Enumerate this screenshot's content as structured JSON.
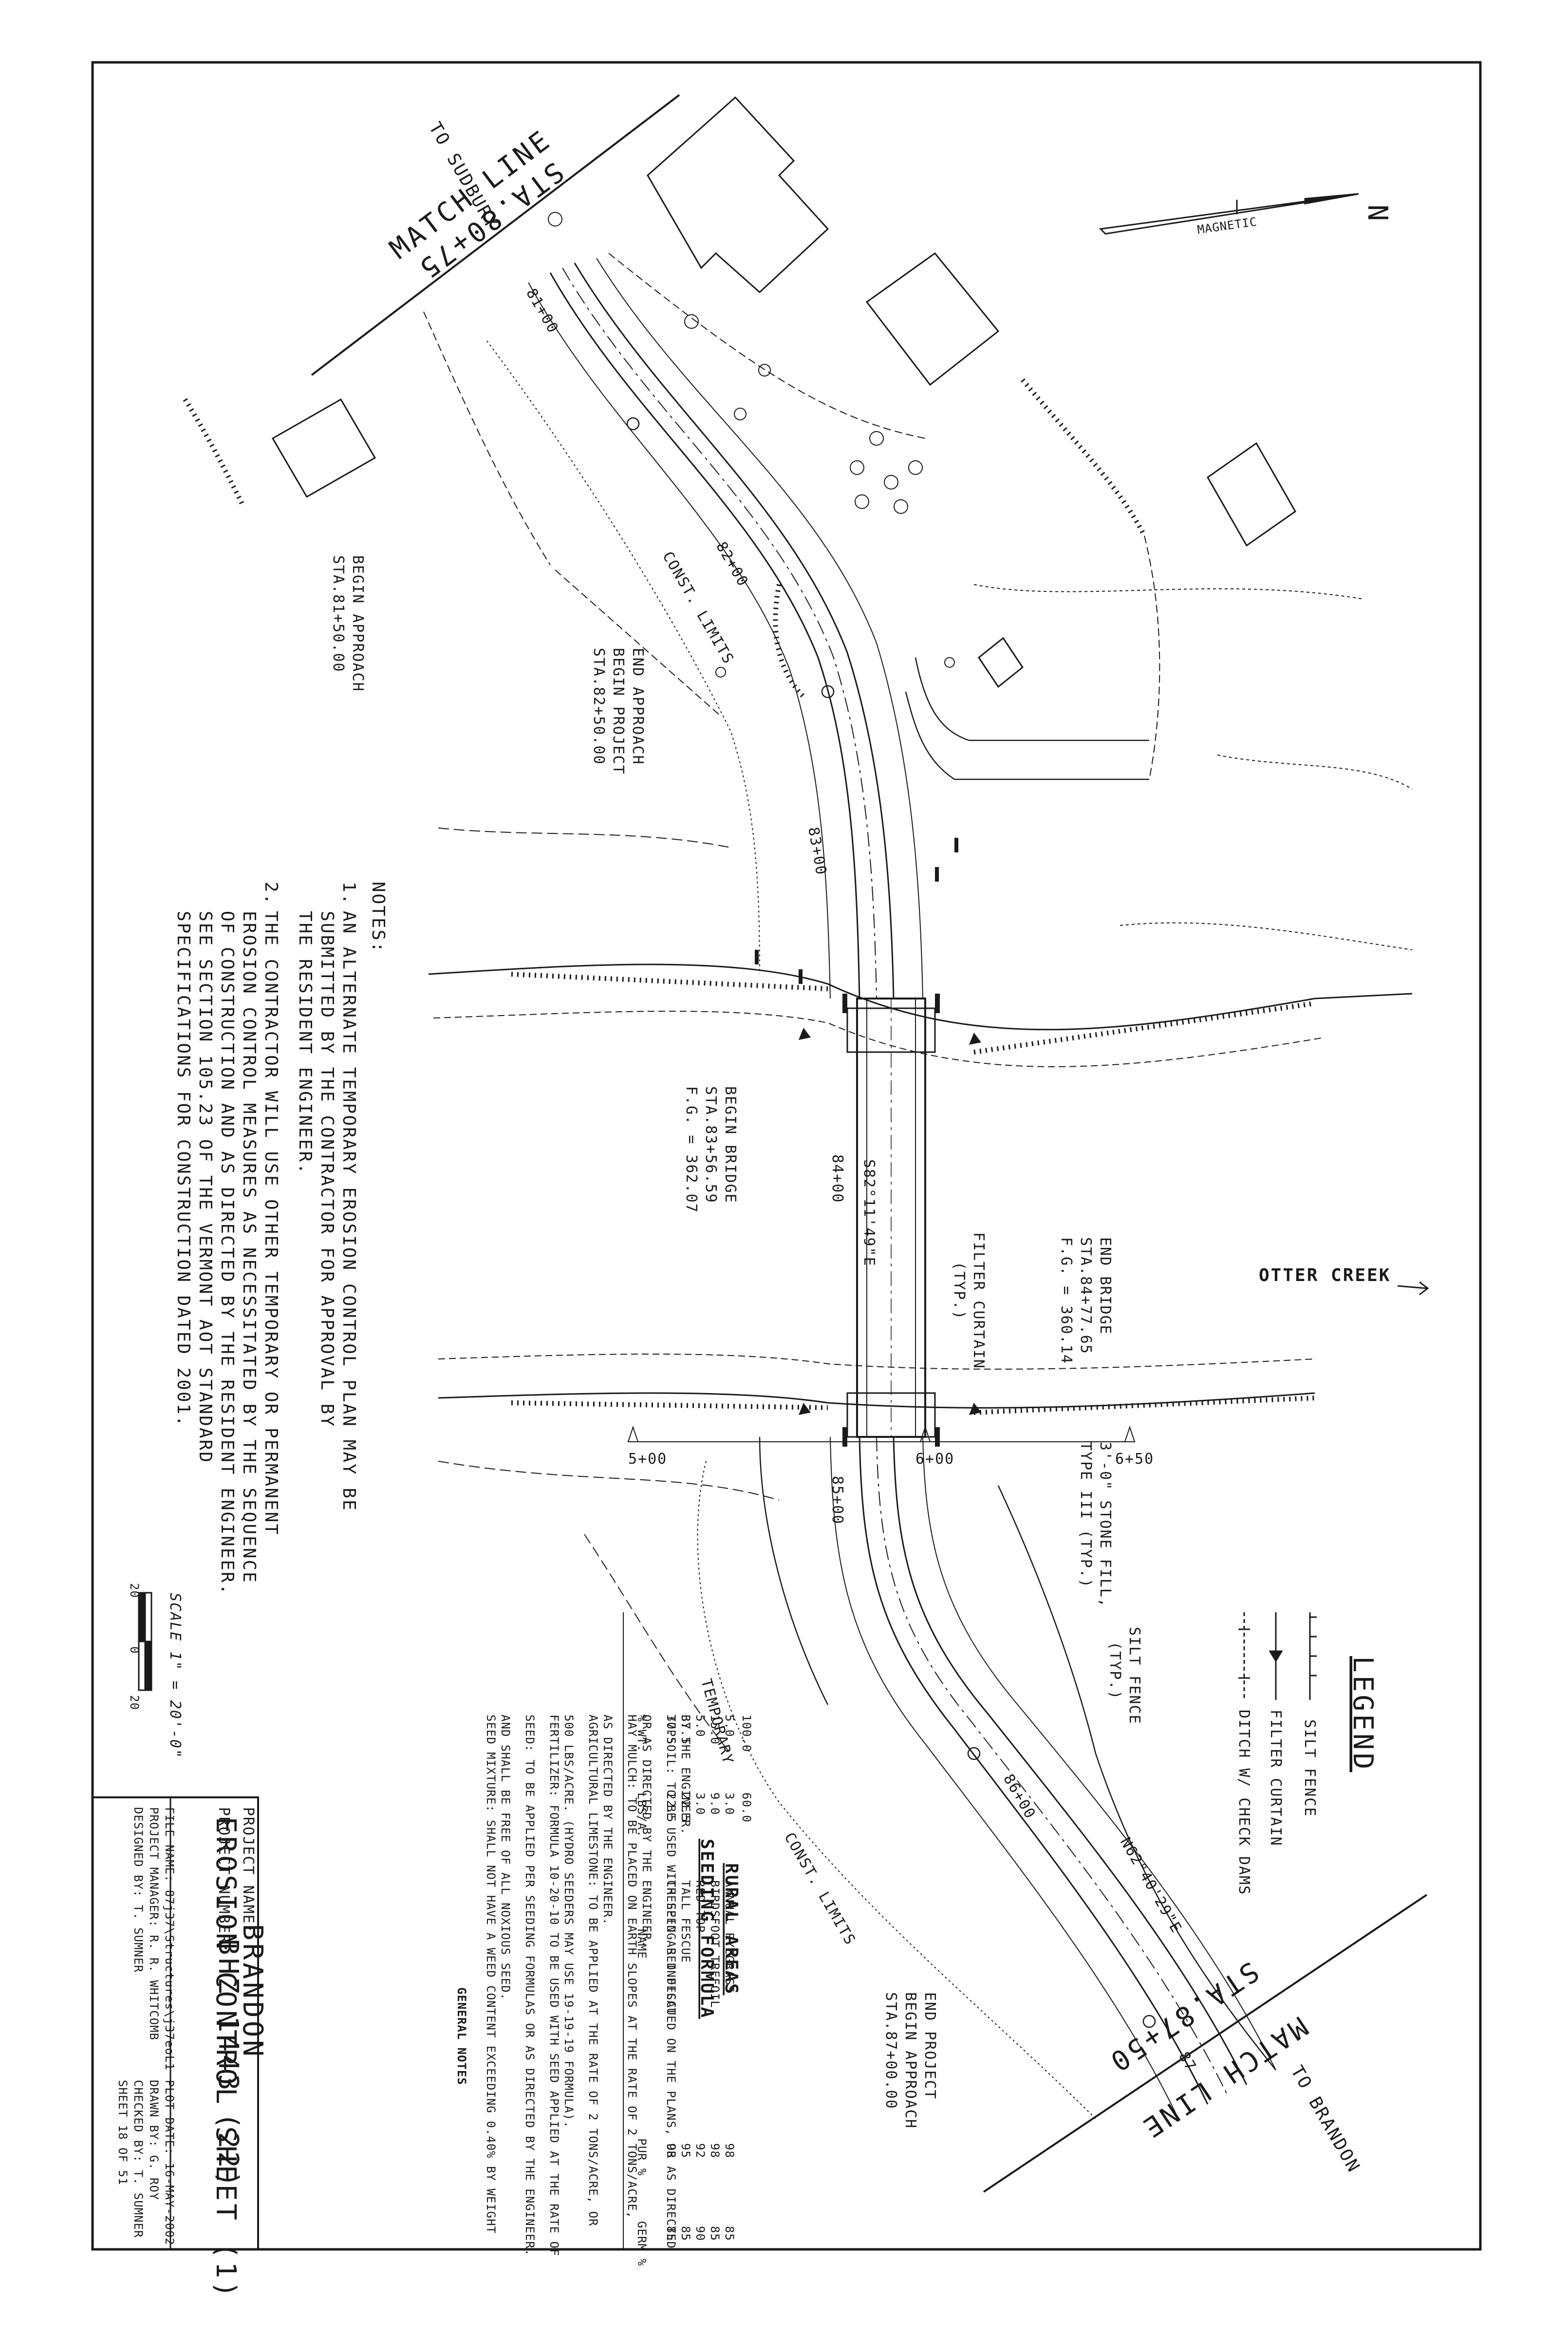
{
  "north": {
    "arrow_label": "N",
    "magnetic_label": "MAGNETIC"
  },
  "directions": {
    "to_sudbury": "TO SUDBURY",
    "to_brandon": "TO BRANDON"
  },
  "match_lines": [
    {
      "title": "MATCH LINE",
      "station": "STA.80+75"
    },
    {
      "title": "MATCH LINE",
      "station": "STA.87+50"
    }
  ],
  "stations": [
    "81+00",
    "82+00",
    "83+00",
    "84+00",
    "85+00",
    "86+00",
    "87"
  ],
  "offsets": [
    "5+00",
    "6+00",
    "6+50"
  ],
  "bearings": [
    "S82°11'49\"E",
    "N62°40'29\"E"
  ],
  "callouts": {
    "begin_approach": [
      "BEGIN APPROACH",
      "STA.81+50.00"
    ],
    "end_approach": [
      "END APPROACH",
      "BEGIN PROJECT",
      "STA.82+50.00"
    ],
    "begin_bridge": [
      "BEGIN BRIDGE",
      "STA.83+56.59",
      "F.G. = 362.07"
    ],
    "end_bridge": [
      "END BRIDGE",
      "STA.84+77.65",
      "F.G. = 360.14"
    ],
    "filter_curtain": [
      "FILTER CURTAIN",
      "(TYP.)"
    ],
    "stone_fill": [
      "3'-0\" STONE FILL,",
      "TYPE III (TYP.)"
    ],
    "silt_fence": [
      "SILT FENCE",
      "(TYP.)"
    ],
    "end_project": [
      "END PROJECT",
      "BEGIN APPROACH",
      "STA.87+00.00"
    ],
    "const_limits_1": "CONST. LIMITS",
    "const_limits_2": "CONST. LIMITS",
    "temporary": "TEMPORARY",
    "creek": "OTTER CREEK"
  },
  "notes": {
    "title": "NOTES:",
    "items": [
      {
        "num": "1.",
        "lines": [
          "AN ALTERNATE TEMPORARY EROSION CONTROL PLAN MAY BE",
          "SUBMITTED BY THE CONTRACTOR FOR APPROVAL BY",
          "THE RESIDENT ENGINEER."
        ]
      },
      {
        "num": "2.",
        "lines": [
          "THE CONTRACTOR WILL USE OTHER TEMPORARY OR PERMANENT",
          "EROSION CONTROL MEASURES AS NECESSITATED BY THE SEQUENCE",
          "OF CONSTRUCTION AND AS DIRECTED BY THE RESIDENT ENGINEER.",
          "SEE SECTION 105.23 OF THE VERMONT AOT STANDARD",
          "SPECIFICATIONS FOR CONSTRUCTION DATED 2001."
        ]
      }
    ]
  },
  "legend": {
    "title": "LEGEND",
    "items": [
      "SILT FENCE",
      "FILTER CURTAIN",
      "DITCH W/ CHECK DAMS"
    ]
  },
  "seeding": {
    "title": [
      "SEEDING FORMULA",
      "RURAL AREAS"
    ],
    "headers": [
      "% WT.",
      "LBS/A.",
      "NAME",
      "PUR %",
      "GERM %"
    ],
    "rows": [
      [
        "37.5",
        "22.5",
        "CREEPING RED FESCUE",
        "98",
        "85"
      ],
      [
        "37.5",
        "22.5",
        "TALL FESCUE",
        "95",
        "85"
      ],
      [
        "5.0",
        "3.0",
        "RED TOP",
        "92",
        "90"
      ],
      [
        "15.0",
        "9.0",
        "BIRDSFOOT TREFOIL",
        "98",
        "85"
      ],
      [
        "5.0",
        "3.0",
        "ANNUAL RYEGRASS",
        "98",
        "85"
      ]
    ],
    "totals": [
      "100.0",
      "60.0"
    ]
  },
  "general_notes": {
    "title": "GENERAL NOTES",
    "paragraphs": [
      [
        "SEED MIXTURE: SHALL NOT HAVE A WEED CONTENT EXCEEDING 0.40% BY WEIGHT",
        "AND SHALL BE FREE OF ALL NOXIOUS SEED."
      ],
      [
        "SEED: TO BE APPLIED PER SEEDING FORMULAS OR AS DIRECTED BY THE ENGINEER."
      ],
      [
        "FERTILIZER: FORMULA 10-20-10 TO BE USED WITH SEED APPLIED AT THE RATE OF",
        "500 LBS/ACRE. (HYDRO SEEDERS MAY USE 19-19-19 FORMULA)."
      ],
      [
        "AGRICULTURAL LIMESTONE: TO BE APPLIED AT THE RATE OF 2 TONS/ACRE, OR",
        "AS DIRECTED BY THE ENGINEER."
      ],
      [
        "HAY MULCH: TO BE PLACED ON EARTH SLOPES AT THE RATE OF 2 TONS/ACRE,",
        "OR AS DIRECTED BY THE ENGINEER."
      ],
      [
        "TOPSOIL: TO BE USED WITH SEED AS INDICATED ON THE PLANS, OR AS DIRECTED",
        "BY THE ENGINEER."
      ]
    ]
  },
  "scale": {
    "label": "SCALE 1\" = 20'-0\"",
    "left": "20",
    "center": "0",
    "right": "20"
  },
  "title_block": {
    "project_name_label": "PROJECT NAME:",
    "project_name": "BRANDON",
    "project_number_label": "PROJECT NUMBER:",
    "project_number": "BHZ 1443 (22)",
    "sheet_title": "EROSION CONTROL SHEET (1)",
    "file_name": "FILE NAME: 87j37\\Structures\\j37eoL1",
    "project_manager": "PROJECT MANAGER: R. R. WHITCOMB",
    "designed_by": "DESIGNED BY:        T. SUMNER",
    "plot_date": "PLOT DATE: 16-MAY-2002",
    "drawn_by": "DRAWN BY: G. ROY",
    "checked_by": "CHECKED BY: T. SUMNER",
    "sheet_no": "SHEET   18 OF 51"
  }
}
